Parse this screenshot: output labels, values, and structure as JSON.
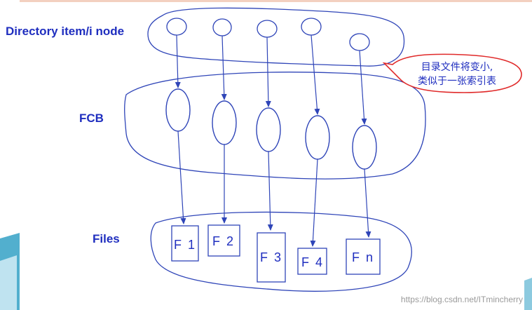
{
  "colors": {
    "accent_text": "#1f2ebf",
    "shape_stroke": "#2f45b8",
    "callout_stroke": "#e02a2a",
    "top_band": "#f3d0c0",
    "corner_teal": "#3fa6c9",
    "watermark": "#9a9a9a"
  },
  "labels": {
    "directory": "Directory item/i node",
    "fcb": "FCB",
    "files": "Files"
  },
  "callout": {
    "line1": "目录文件将变小,",
    "line2": "类似于一张索引表"
  },
  "files": [
    "F 1",
    "F 2",
    "F 3",
    "F 4",
    "F n"
  ],
  "watermark": "https://blog.csdn.net/ITmincherry"
}
